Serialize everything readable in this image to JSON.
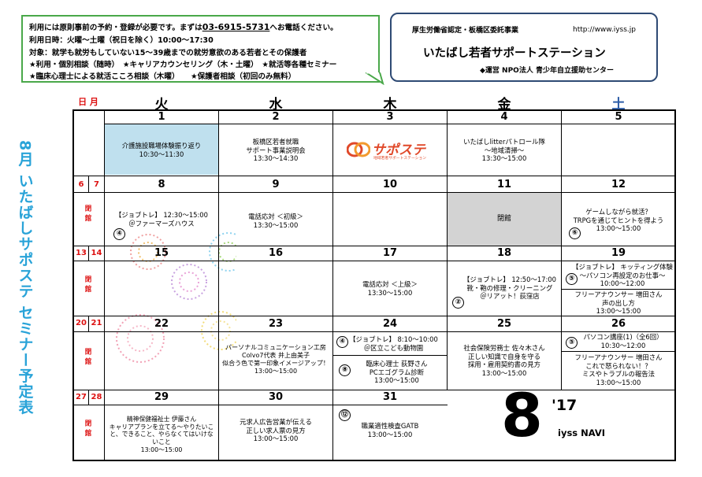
{
  "info": {
    "line1a": "利用には原則事前の予約・登録が必要です。まずは",
    "phone": "03-6915-5731",
    "line1b": "へお電話ください。",
    "line2": "利用日時：火曜～土曜（祝日を除く）10:00～17:30",
    "line3": "対象：就学も就労もしていない15～39歳までの就労意欲のある若者とその保護者",
    "line4": "★利用・個別相談（随時）　★キャリアカウンセリング（木・土曜）　★就活等各種セミナー",
    "line5": "★臨床心理士による就活こころ相談（木曜）　　★保護者相談（初回のみ無料）"
  },
  "org": {
    "cert": "厚生労働省認定・板橋区委託事業",
    "url": "http://www.iyss.jp",
    "name": "いたばし若者サポートステーション",
    "operator": "◆運営 NPO法人 青少年自立援助センター"
  },
  "side_title": "8月 いたばしサポステ セミナー予定表",
  "days": {
    "mon_sun": "日 月",
    "tue": "火",
    "wed": "水",
    "thu": "木",
    "fri": "金",
    "sat": "土"
  },
  "closed_label": "閉館",
  "logo_text": "サポステ",
  "logo_sub": "地域若者サポートステーション",
  "weeks": [
    {
      "sun": "",
      "mon": "",
      "tue": "1",
      "wed": "2",
      "thu": "3",
      "fri": "4",
      "sat": "5"
    },
    {
      "sun": "6",
      "mon": "7",
      "tue": "8",
      "wed": "9",
      "thu": "10",
      "fri": "11",
      "sat": "12"
    },
    {
      "sun": "13",
      "mon": "14",
      "tue": "15",
      "wed": "16",
      "thu": "17",
      "fri": "18",
      "sat": "19"
    },
    {
      "sun": "20",
      "mon": "21",
      "tue": "22",
      "wed": "23",
      "thu": "24",
      "fri": "25",
      "sat": "26"
    },
    {
      "sun": "27",
      "mon": "28",
      "tue": "29",
      "wed": "30",
      "thu": "31"
    }
  ],
  "events": {
    "e1": [
      "介護施設職場体験振り返り",
      "10:30～11:30"
    ],
    "e2": [
      "板橋区若者就職",
      "サポート事業説明会",
      "13:30～14:30"
    ],
    "e4": [
      "いたばしlitterパトロール隊",
      "～地域清掃～",
      "13:30～15:00"
    ],
    "e8": [
      "【ジョブトレ】 12:30～15:00",
      "＠ファーマーズハウス"
    ],
    "e8n": "④",
    "e9": [
      "電話応対 ＜初級＞",
      "13:30～15:00"
    ],
    "e11": "閉館",
    "e12": [
      "ゲームしながら就活？",
      "TRPGを通じてヒントを得よう",
      "13:00～15:00"
    ],
    "e12n": "⑥",
    "e17": [
      "電話応対 ＜上級＞",
      "13:30～15:00"
    ],
    "e18": [
      "【ジョブトレ】 12:50～17:00",
      "靴・鞄の修理・クリーニング",
      "＠リアット！荻窪店"
    ],
    "e18n": "②",
    "e19a": [
      "【ジョブトレ】 キッティング体験",
      "～パソコン再設定のお仕事～",
      "10:00～12:00"
    ],
    "e19an": "⑤",
    "e19b": [
      "フリーアナウンサー 増田さん",
      "声の出し方",
      "13:00～15:00"
    ],
    "e23": [
      "パーソナルコミュニケーション工房",
      "Colvo7代表 井上由美子",
      "似合う色で第一印象イメージアップ！",
      "13:00～15:00"
    ],
    "e24a": [
      "【ジョブトレ】 8:10～10:00",
      "＠区立こども動物園"
    ],
    "e24an": "④",
    "e24b": [
      "臨床心理士 荻野さん",
      "PCエゴグラム診断",
      "13:00～15:00"
    ],
    "e24bn": "⑧",
    "e25": [
      "社会保険労務士 佐々木さん",
      "正しい知識で自身を守る",
      "採用・雇用契約書の見方",
      "13:00～15:00"
    ],
    "e26a": [
      "パソコン講座(1)（全6回）",
      "10:30～12:00"
    ],
    "e26an": "⑤",
    "e26b": [
      "フリーアナウンサー 増田さん",
      "これで怒られない！？",
      "ミスやトラブルの報告法",
      "13:00～15:00"
    ],
    "e29": [
      "精神保健福祉士 伊藤さん",
      "キャリアプランを立てる～やりたいこと、できること、やらなくてはいけないこと",
      "13:00～15:00"
    ],
    "e30": [
      "元求人広告営業が伝える",
      "正しい求人票の見方",
      "13:00～15:00"
    ],
    "e31": [
      "職業適性検査GATB",
      "13:00～15:00"
    ],
    "e31n": "⑫"
  },
  "footer": {
    "month": "8",
    "year": "'17",
    "brand": "iyss NAVI"
  },
  "colors": {
    "accent_blue": "#29a3d8",
    "holiday_red": "#d11111",
    "highlight_blue": "#bfe0ee",
    "closed_gray": "#d3d3d3",
    "green_border": "#4aa84a"
  }
}
